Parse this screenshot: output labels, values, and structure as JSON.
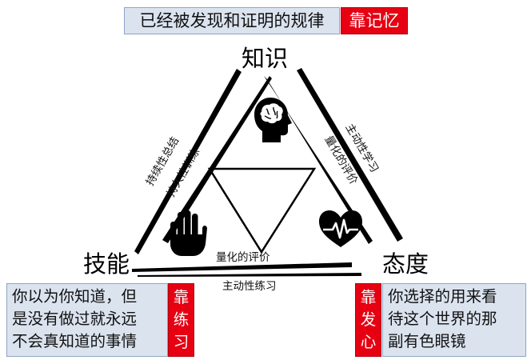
{
  "header": {
    "definition": "已经被发现和证明的规律",
    "method": "靠记忆"
  },
  "nodes": {
    "knowledge": "知识",
    "skill": "技能",
    "attitude": "态度"
  },
  "edges": {
    "left_outer": "持续性总结",
    "left_inner": "持久性训练",
    "right_outer": "主动性学习",
    "right_inner": "量化的评价",
    "bottom_upper": "量化的评价",
    "bottom_lower": "主动性练习"
  },
  "skill_note": {
    "lines": [
      "你以为你知道，但",
      "是没有做过就永远",
      "不会真知道的事情"
    ],
    "method": [
      "靠",
      "练",
      "习"
    ]
  },
  "attitude_note": {
    "method": [
      "靠",
      "发",
      "心"
    ],
    "lines": [
      "你选择的用来看",
      "待这个世界的那",
      "副有色眼镜"
    ]
  },
  "icons": [
    "brain-head-icon",
    "hand-icon",
    "heartbeat-icon"
  ],
  "colors": {
    "accent_red": "#e60012",
    "note_bg": "#dbe3ef",
    "note_border": "#8fa4c4"
  }
}
